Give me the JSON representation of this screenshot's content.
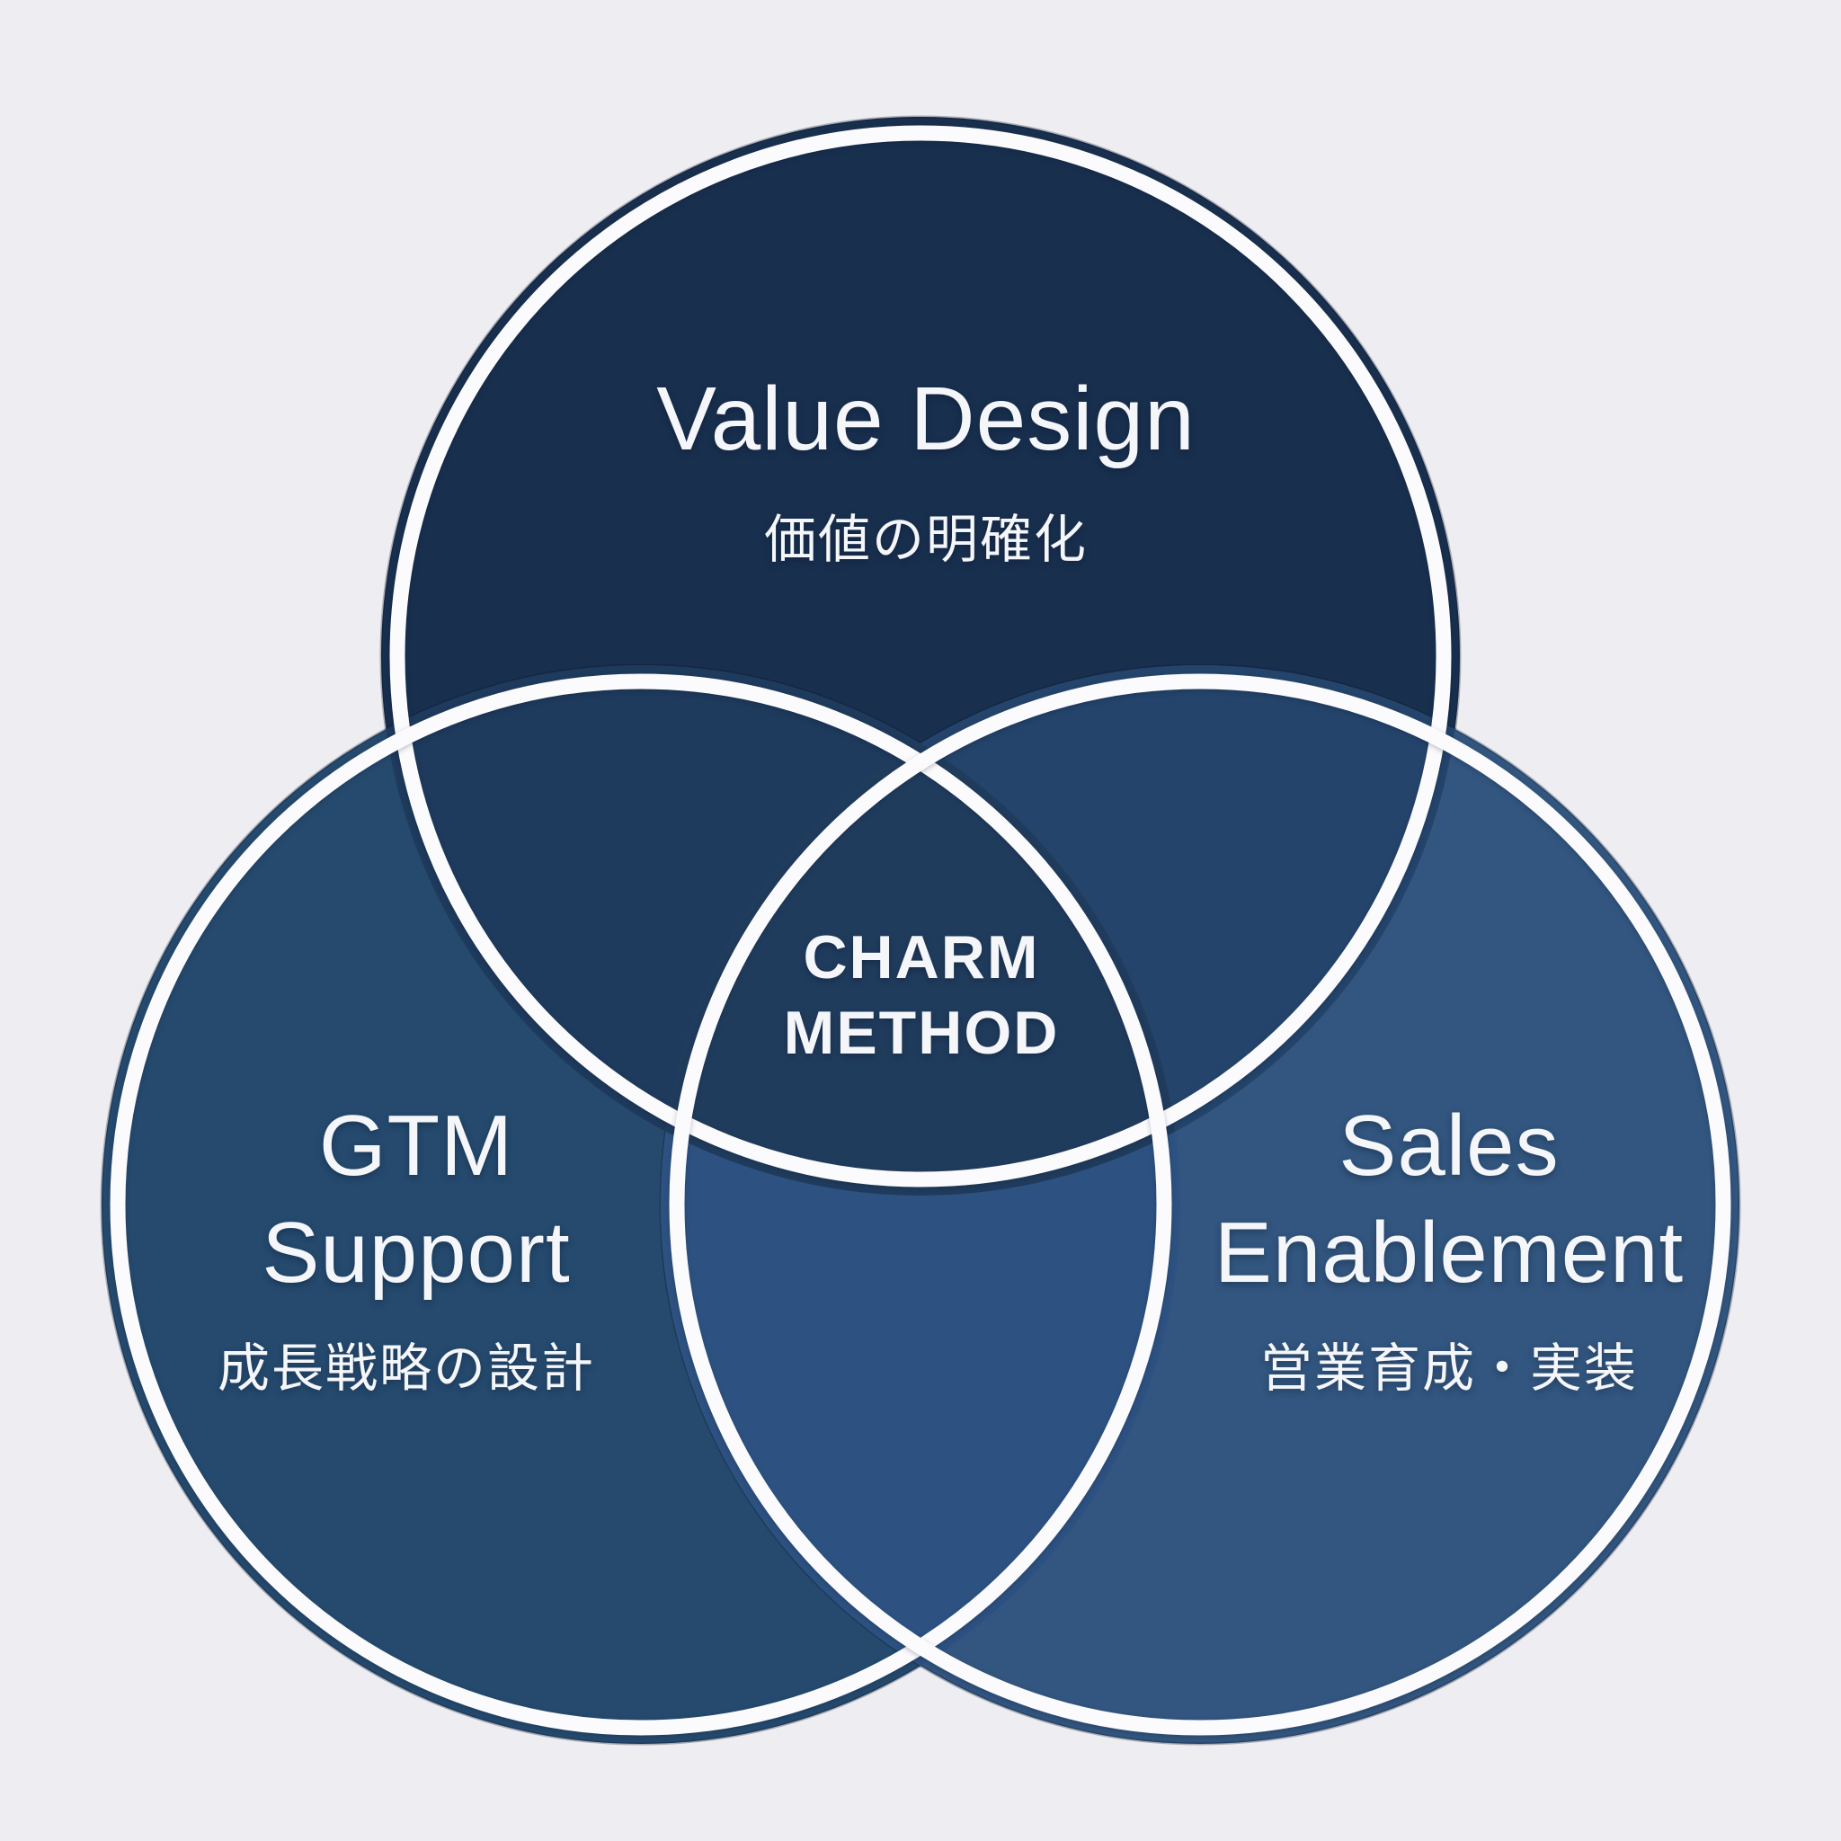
{
  "diagram": {
    "type": "venn-3",
    "background_color": "#ededf2",
    "ring_color": "#fbfbfd",
    "text_color": "#f4f6fa",
    "center": {
      "label_line1": "CHARM",
      "label_line2": "METHOD"
    },
    "circles": [
      {
        "id": "value-design",
        "title": "Value Design",
        "subtitle_ja": "価値の明確化",
        "fill": "#182f4e"
      },
      {
        "id": "gtm-support",
        "title_line1": "GTM",
        "title_line2": "Support",
        "subtitle_ja": "成長戦略の設計",
        "fill": "#254a6e"
      },
      {
        "id": "sales-enablement",
        "title_line1": "Sales",
        "title_line2": "Enablement",
        "subtitle_ja": "営業育成・実装",
        "fill": "#32567f"
      }
    ],
    "overlaps": {
      "top_left": "#1e3a5c",
      "top_right": "#24446b",
      "left_right": "#2d5282",
      "center": "#203c5d"
    }
  }
}
